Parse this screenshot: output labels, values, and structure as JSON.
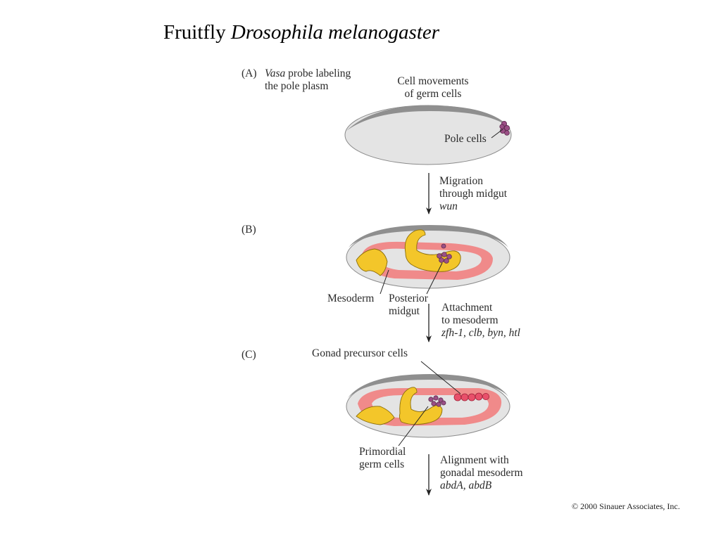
{
  "title": {
    "plain": "Fruitfly",
    "species": "Drosophila melanogaster"
  },
  "panel_a": {
    "tag": "(A)",
    "caption_italic": "Vasa",
    "caption_line1": " probe labeling",
    "caption_line2": "the pole plasm",
    "cell_movements_line1": "Cell movements",
    "cell_movements_line2": "of germ cells",
    "pole_cells": "Pole cells"
  },
  "step_1": {
    "line1": "Migration",
    "line2": "through midgut",
    "genes": "wun"
  },
  "panel_b": {
    "tag": "(B)",
    "mesoderm": "Mesoderm",
    "posterior_line1": "Posterior",
    "posterior_line2": "midgut"
  },
  "step_2": {
    "line1": "Attachment",
    "line2": "to mesoderm",
    "genes": "zfh-1, clb, byn, htl"
  },
  "panel_c": {
    "tag": "(C)",
    "gonad_precursor": "Gonad precursor cells",
    "primordial_line1": "Primordial",
    "primordial_line2": "germ cells"
  },
  "step_3": {
    "line1": "Alignment with",
    "line2": "gonadal mesoderm",
    "genes": "abdA, abdB"
  },
  "copyright": "© 2000 Sinauer Associates, Inc.",
  "colors": {
    "embryo_fill": "#e4e4e4",
    "embryo_rim": "#8a8a8a",
    "mesoderm_red": "#f08a8a",
    "midgut_yellow": "#f3c62a",
    "germ_cell_purple": "#9b4f86",
    "gonad_red": "#e8506a"
  }
}
